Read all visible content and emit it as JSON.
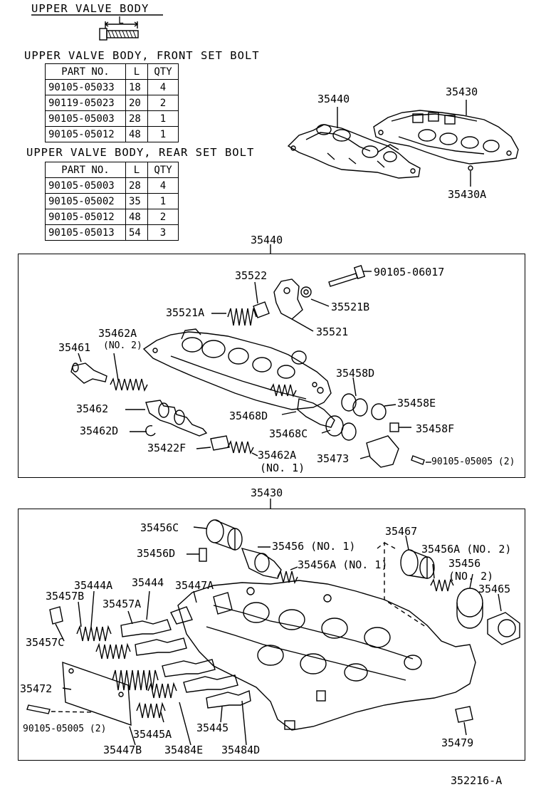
{
  "title": "UPPER VALVE BODY",
  "bolt_dim_label": "L",
  "front_table": {
    "title": "UPPER VALVE BODY, FRONT SET BOLT",
    "headers": [
      "PART NO.",
      "L",
      "QTY"
    ],
    "rows": [
      [
        "90105-05033",
        "18",
        "4"
      ],
      [
        "90119-05023",
        "20",
        "2"
      ],
      [
        "90105-05003",
        "28",
        "1"
      ],
      [
        "90105-05012",
        "48",
        "1"
      ]
    ]
  },
  "rear_table": {
    "title": "UPPER VALVE BODY, REAR SET BOLT",
    "headers": [
      "PART NO.",
      "L",
      "QTY"
    ],
    "rows": [
      [
        "90105-05003",
        "28",
        "4"
      ],
      [
        "90105-05002",
        "35",
        "1"
      ],
      [
        "90105-05012",
        "48",
        "2"
      ],
      [
        "90105-05013",
        "54",
        "3"
      ]
    ]
  },
  "overview": {
    "left": "35440",
    "right": "35430",
    "right_a": "35430A"
  },
  "section1": {
    "header": "35440",
    "labels": {
      "p35522": "35522",
      "p90105_06017": "90105-06017",
      "p35521A": "35521A",
      "p35521B": "35521B",
      "p35521": "35521",
      "p35462A_top": "35462A",
      "no2": "(NO. 2)",
      "p35461": "35461",
      "p35458D": "35458D",
      "p35462": "35462",
      "p35468D": "35468D",
      "p35458E": "35458E",
      "p35462D": "35462D",
      "p35468C": "35468C",
      "p35458F": "35458F",
      "p35422F": "35422F",
      "p35462A_bot": "35462A",
      "no1": "(NO. 1)",
      "p35473": "35473",
      "p90105_05005": "90105-05005 (2)"
    }
  },
  "section2": {
    "header": "35430",
    "labels": {
      "p35456C": "35456C",
      "p35456D": "35456D",
      "p35456_no1": "35456 (NO. 1)",
      "p35456A_no1": "35456A (NO. 1)",
      "p35467": "35467",
      "p35456A_no2": "35456A (NO. 2)",
      "p35456": "35456",
      "no2": "(NO. 2)",
      "p35465": "35465",
      "p35444A": "35444A",
      "p35444": "35444",
      "p35447A": "35447A",
      "p35457B": "35457B",
      "p35457A": "35457A",
      "p35457C": "35457C",
      "p35472": "35472",
      "p90105_05005": "90105-05005 (2)",
      "p35445A": "35445A",
      "p35445": "35445",
      "p35447B": "35447B",
      "p35484E": "35484E",
      "p35484D": "35484D",
      "p35479": "35479"
    }
  },
  "figure_id": "352216-A"
}
